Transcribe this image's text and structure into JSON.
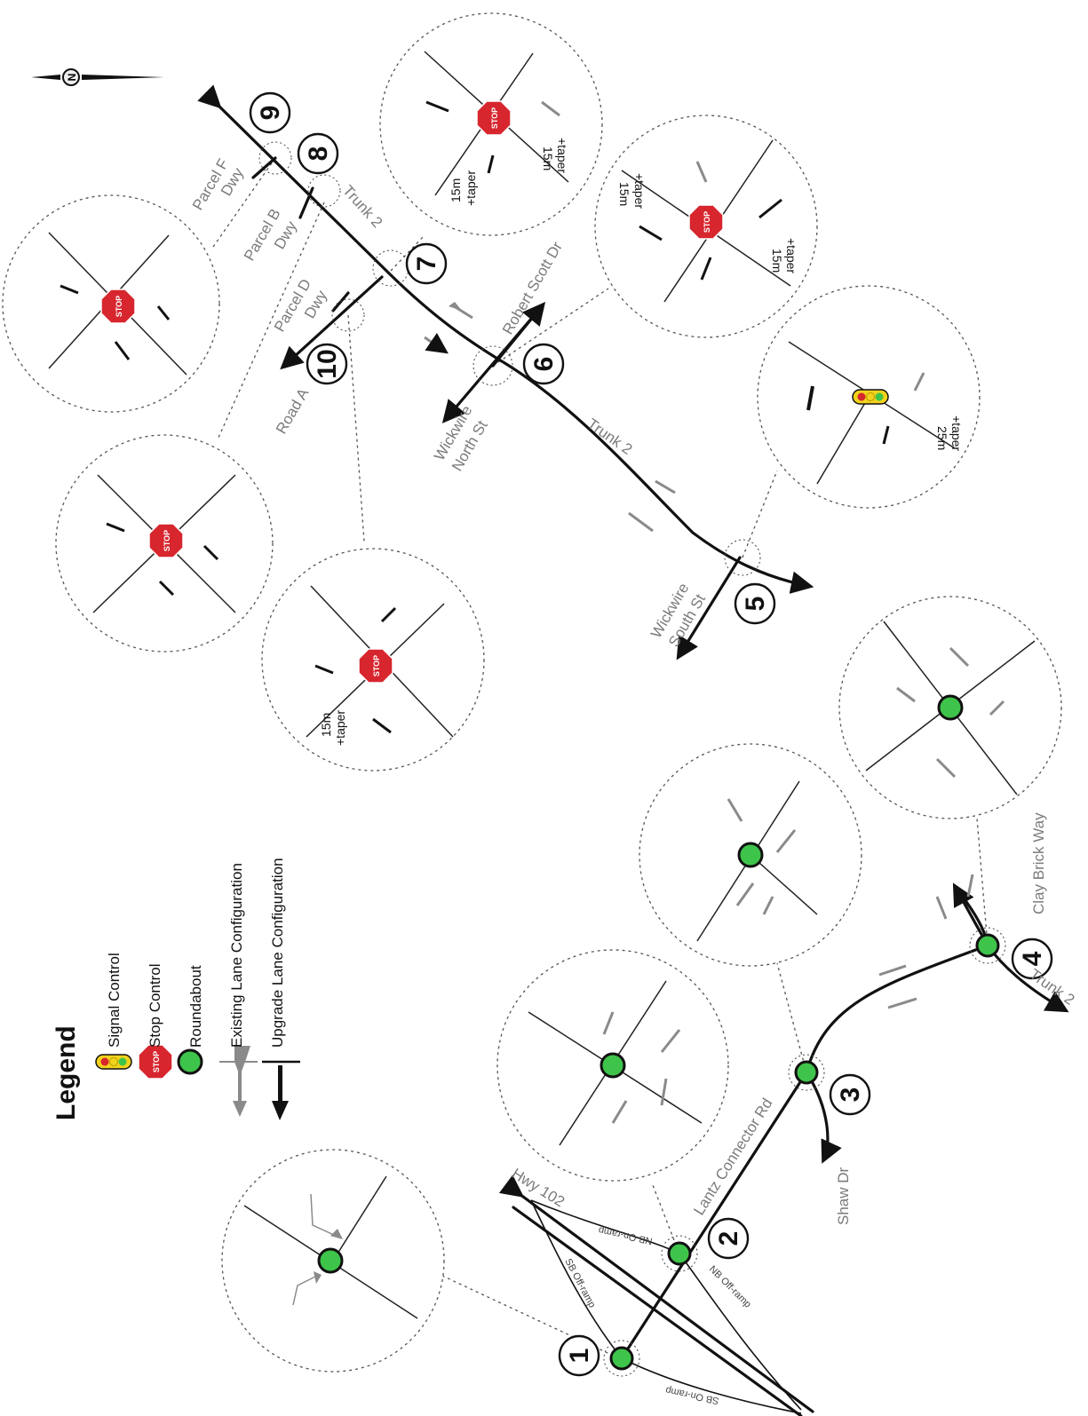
{
  "legend": {
    "title": "Legend",
    "items": [
      {
        "label": "Signal Control",
        "icon": "traffic-signal-icon"
      },
      {
        "label": "Stop Control",
        "icon": "stop-sign-icon"
      },
      {
        "label": "Roundabout",
        "icon": "roundabout-icon"
      },
      {
        "label": "Existing Lane Configuration",
        "icon": "existing-lane-arrow-icon"
      },
      {
        "label": "Upgrade Lane Configuration",
        "icon": "upgrade-lane-arrow-icon"
      }
    ]
  },
  "north_arrow": {
    "letter": "N"
  },
  "stop_sign_text": "STOP",
  "colors": {
    "roundabout": "#3ec44a",
    "stop": "#d7262e",
    "signal_body": "#f2d21b",
    "existing_lane": "#8a8a8a",
    "upgrade_lane": "#111111"
  },
  "roads": {
    "hwy_102": "Hwy 102",
    "lantz_connector": "Lantz Connector Rd",
    "shaw_dr": "Shaw Dr",
    "clay_brick_way": "Clay Brick Way",
    "trunk_2_a": "Trunk 2",
    "trunk_2_b": "Trunk 2",
    "trunk_2_c": "Trunk 2",
    "wickwire_south_1": "Wickwire",
    "wickwire_south_2": "South St",
    "wickwire_north_1": "Wickwire",
    "wickwire_north_2": "North St",
    "robert_scott": "Robert Scott Dr",
    "road_a": "Road A",
    "parcel_d_1": "Parcel D",
    "parcel_d_2": "Dwy",
    "parcel_b_1": "Parcel B",
    "parcel_b_2": "Dwy",
    "parcel_f_1": "Parcel F",
    "parcel_f_2": "Dwy"
  },
  "ramps": {
    "sb_off": "SB Off-ramp",
    "sb_on": "SB On-ramp",
    "nb_on": "NB On-ramp",
    "nb_off": "NB Off-ramp"
  },
  "intersections": [
    "1",
    "2",
    "3",
    "4",
    "5",
    "6",
    "7",
    "8",
    "9",
    "10"
  ],
  "storage": {
    "i5": {
      "length": "25m",
      "taper": "+taper"
    },
    "i6": {
      "length_a": "15m",
      "taper_a": "+taper",
      "length_b": "15m",
      "taper_b": "+taper"
    },
    "i7": {
      "length_a": "15m",
      "taper_a": "+taper",
      "length_b": "15m",
      "taper_b": "+taper"
    },
    "i10": {
      "length": "15m",
      "taper": "+taper"
    }
  }
}
